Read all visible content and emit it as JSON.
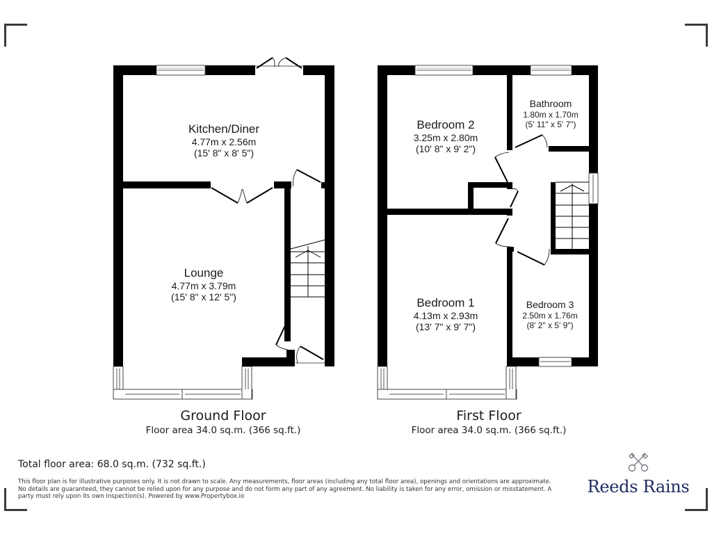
{
  "ground_floor": {
    "title": "Ground Floor",
    "area": "Floor area 34.0 sq.m. (366 sq.ft.)",
    "rooms": [
      {
        "name": "Kitchen/Diner",
        "metric": "4.77m x 2.56m",
        "imperial": "(15' 8\" x 8' 5\")"
      },
      {
        "name": "Lounge",
        "metric": "4.77m x 3.79m",
        "imperial": "(15' 8\" x 12' 5\")"
      }
    ]
  },
  "first_floor": {
    "title": "First Floor",
    "area": "Floor area 34.0 sq.m. (366 sq.ft.)",
    "rooms": [
      {
        "name": "Bedroom 2",
        "metric": "3.25m x 2.80m",
        "imperial": "(10' 8\" x 9' 2\")"
      },
      {
        "name": "Bathroom",
        "metric": "1.80m x 1.70m",
        "imperial": "(5' 11\" x 5' 7\")"
      },
      {
        "name": "Bedroom 1",
        "metric": "4.13m x 2.93m",
        "imperial": "(13' 7\" x 9' 7\")"
      },
      {
        "name": "Bedroom 3",
        "metric": "2.50m x 1.76m",
        "imperial": "(8' 2\" x 5' 9\")"
      }
    ]
  },
  "footer": {
    "total_area": "Total floor area: 68.0 sq.m. (732 sq.ft.)",
    "disclaimer": "This floor plan is for illustrative purposes only. It is not drawn to scale. Any measurements, floor areas (including any total floor area), openings and orientations are approximate. No details are guaranteed, they cannot be relied upon for any purpose and do not form any part of any agreement. No liability is taken for any error, omission or misstatement. A party must rely upon its own inspection(s). Powered by www.Propertybox.io"
  },
  "logo": {
    "brand": "Reeds Rains",
    "icon": "crossed-keys-icon",
    "color": "#1d2a5e"
  }
}
